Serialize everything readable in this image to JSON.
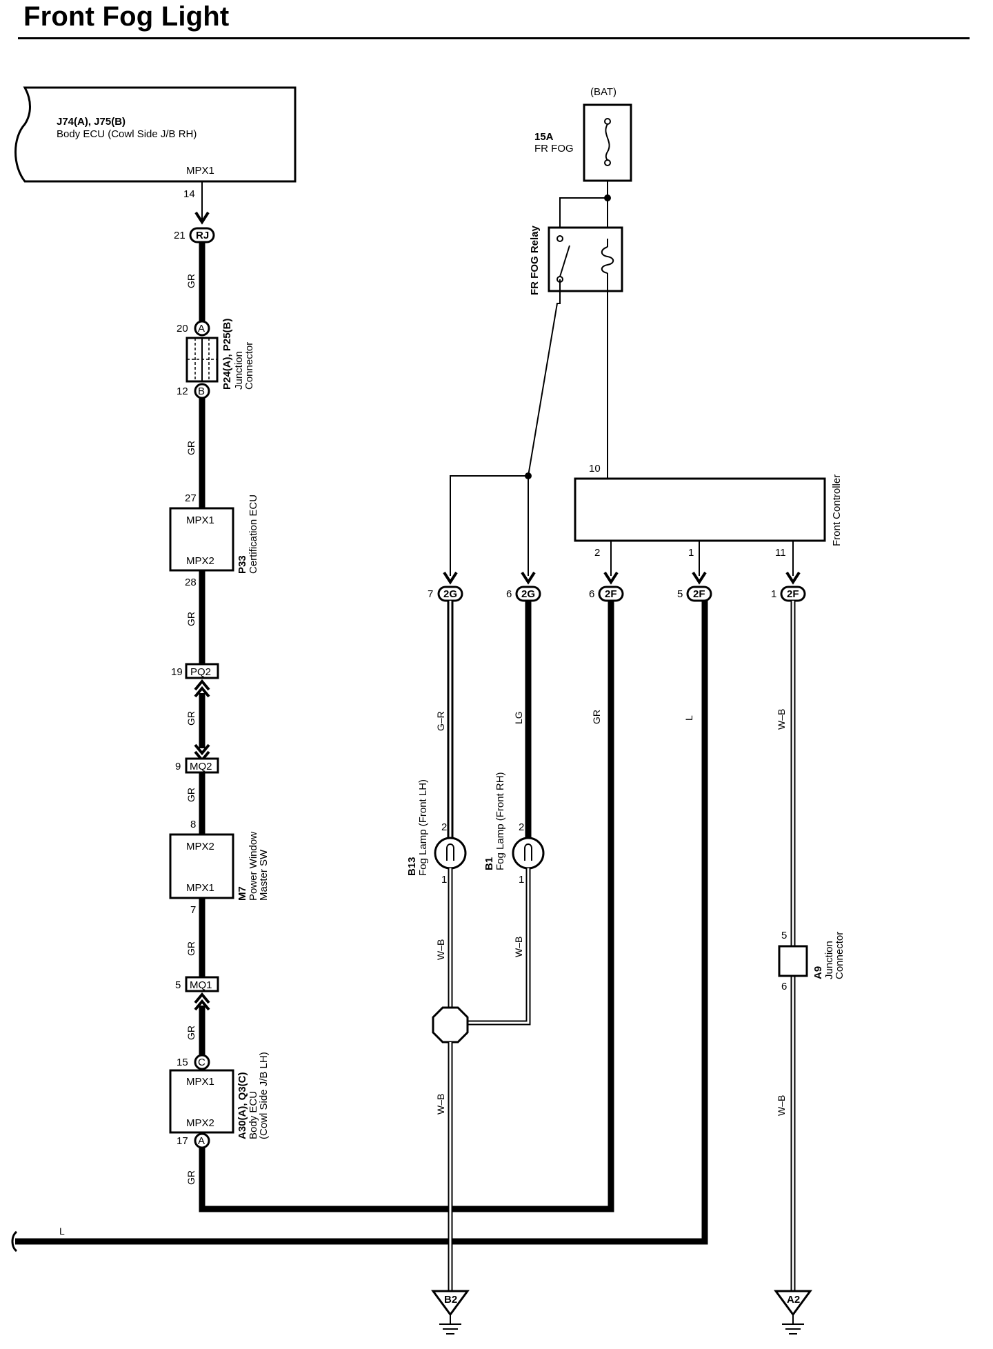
{
  "title": "Front Fog Light",
  "colors": {
    "line": "#000000",
    "background": "#ffffff"
  },
  "components": {
    "body_ecu_rh": {
      "id": "J74(A), J75(B)",
      "name": "Body ECU (Cowl Side J/B RH)",
      "terminal": "MPX1",
      "pin": "14"
    },
    "bat": "(BAT)",
    "fuse": {
      "rating": "15A",
      "name": "FR FOG"
    },
    "relay": "FR FOG Relay",
    "junction_p": {
      "id": "P24(A), P25(B)",
      "name_line1": "Junction",
      "name_line2": "Connector",
      "pin_a": "20",
      "pin_b": "12",
      "conn_a": "A",
      "conn_b": "B"
    },
    "rj": {
      "pin": "21",
      "label": "RJ"
    },
    "cert_ecu": {
      "id": "P33",
      "name": "Certification ECU",
      "t1": "MPX1",
      "t2": "MPX2",
      "pin_top": "27",
      "pin_bottom": "28"
    },
    "pq2": {
      "pin": "19",
      "label": "PQ2"
    },
    "mq2": {
      "pin": "9",
      "label": "MQ2"
    },
    "pw_master": {
      "id": "M7",
      "name_line1": "Power Window",
      "name_line2": "Master SW",
      "t1": "MPX2",
      "t2": "MPX1",
      "pin_top": "8",
      "pin_bottom": "7"
    },
    "mq1": {
      "pin": "5",
      "label": "MQ1"
    },
    "body_ecu_lh": {
      "id": "A30(A), Q3(C)",
      "name_line1": "Body ECU",
      "name_line2": "(Cowl Side J/B LH)",
      "t1": "MPX1",
      "t2": "MPX2",
      "pin_top": "15",
      "pin_bottom": "17",
      "conn_top": "C",
      "conn_bottom": "A"
    },
    "front_controller": {
      "name": "Front Controller",
      "pin_top": "10",
      "pins": [
        "2",
        "1",
        "11"
      ]
    },
    "connectors_2g": [
      {
        "pin": "7",
        "label": "2G"
      },
      {
        "pin": "6",
        "label": "2G"
      }
    ],
    "connectors_2f": [
      {
        "pin": "6",
        "label": "2F"
      },
      {
        "pin": "5",
        "label": "2F"
      },
      {
        "pin": "1",
        "label": "2F"
      }
    ],
    "fog_lh": {
      "id": "B13",
      "name": "Fog Lamp (Front LH)",
      "pin_top": "2",
      "pin_bottom": "1"
    },
    "fog_rh": {
      "id": "B1",
      "name": "Fog Lamp (Front RH)",
      "pin_top": "2",
      "pin_bottom": "1"
    },
    "junction_a9": {
      "id": "A9",
      "name_line1": "Junction",
      "name_line2": "Connector",
      "pin_top": "5",
      "pin_bottom": "6"
    },
    "grounds": [
      "B2",
      "A2"
    ]
  },
  "wires": {
    "gr": "GR",
    "gr_label_2": "GR",
    "gr_label_3": "GR",
    "gr_label_4": "GR",
    "gr_label_5": "GR",
    "gr_label_6": "GR",
    "gr_label_7": "GR",
    "gr_label_8": "GR",
    "gr_label_9": "GR",
    "g_r": "G–R",
    "lg": "LG",
    "gr_ctrl": "GR",
    "l_ctrl": "L",
    "w_b_ctrl": "W–B",
    "w_b_lh": "W–B",
    "w_b_rh": "W–B",
    "w_b_lh_lower": "W–B",
    "w_b_a9_lower": "W–B",
    "l_bottom": "L"
  }
}
